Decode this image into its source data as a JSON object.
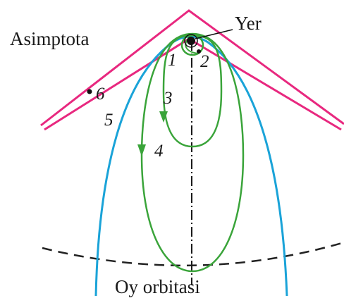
{
  "labels": {
    "earth": "Yer",
    "asymptote": "Asimptota",
    "moon_orbit": "Oy orbitasi",
    "n1": "1",
    "n2": "2",
    "n3": "3",
    "n4": "4",
    "n5": "5",
    "n6": "6"
  },
  "colors": {
    "asymptote": "#e8287f",
    "hyperbola": "#1aa3d8",
    "ellipse": "#3aa43a",
    "axis": "#1a1a1a",
    "moon_orbit": "#222222",
    "earth": "#111111"
  }
}
